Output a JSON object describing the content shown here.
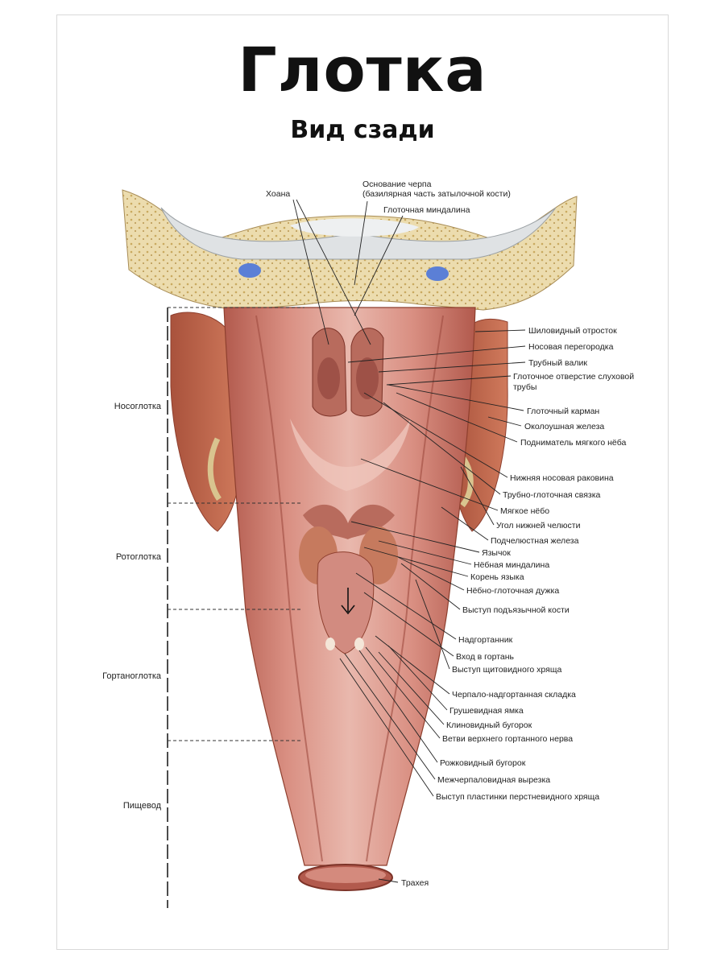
{
  "title": "Глотка",
  "subtitle": "Вид сзади",
  "regions": [
    "Носоглотка",
    "Ротоглотка",
    "Гортаноглотка",
    "Пищевод"
  ],
  "labels_top": {
    "choana": "Хоана",
    "basilar_1": "Основание черпа",
    "basilar_2": "(базилярная часть затылочной кости)",
    "tonsil": "Глоточная миндалина"
  },
  "labels_right": [
    "Шиловидный отросток",
    "Носовая перегородка",
    "Трубный валик",
    "Глоточное отверстие слуховой",
    "трубы",
    "Глоточный карман",
    "Околоушная железа",
    "Подниматель мягкого нёба",
    "Нижняя носовая раковина",
    "Трубно-глоточная связка",
    "Мягкое нёбо",
    "Угол нижней челюсти",
    "Подчелюстная железа",
    "Язычок",
    "Нёбная миндалина",
    "Корень языка",
    "Нёбно-глоточная дужка",
    "Выступ подъязычной кости",
    "Надгортанник",
    "Вход в гортань",
    "Выступ щитовидного хряща",
    "Черпало-надгортанная складка",
    "Грушевидная ямка",
    "Клиновидный бугорок",
    "Ветви верхнего гортанного нерва",
    "Рожковидный бугорок",
    "Межчерпаловидная вырезка",
    "Выступ пластинки перстневидного хряща"
  ],
  "label_bottom": "Трахея",
  "colors": {
    "bone": "#ecdcae",
    "bone_dots": "#c9a95f",
    "muscle": "#c87466",
    "muscle_dark": "#9e4b40",
    "mucosa": "#e7b1a6",
    "gland": "#c0684d",
    "blue": "#5b7fd6"
  }
}
